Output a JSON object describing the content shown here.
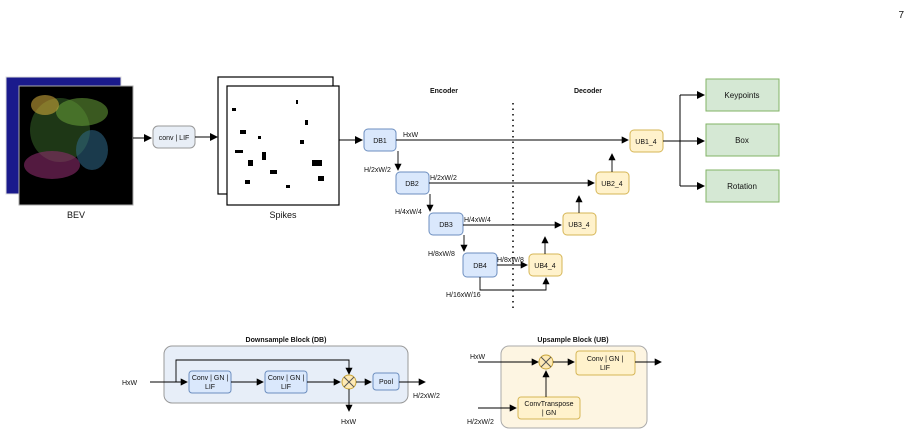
{
  "page_number": "7",
  "inputs": {
    "bev_label": "BEV",
    "conv_lif_label": "conv | LIF",
    "spikes_label": "Spikes"
  },
  "encoder": {
    "title": "Encoder",
    "blocks": [
      "DB1",
      "DB2",
      "DB3",
      "DB4"
    ],
    "skip_labels": [
      "HxW",
      "H/2xW/2",
      "H/4xW/4",
      "H/8xW/8"
    ],
    "down_labels": [
      "H/2xW/2",
      "H/4xW/4",
      "H/8xW/8",
      "H/16xW/16"
    ]
  },
  "decoder": {
    "title": "Decoder",
    "blocks": [
      "UB1_4",
      "UB2_4",
      "UB3_4",
      "UB4_4"
    ]
  },
  "heads": [
    "Keypoints",
    "Box",
    "Rotation"
  ],
  "downsample_block": {
    "title": "Downsample Block (DB)",
    "input_label": "HxW",
    "conv1": [
      "Conv | GN |",
      "LIF"
    ],
    "conv2": [
      "Conv | GN |",
      "LIF"
    ],
    "pool": "Pool",
    "output_label": "H/2xW/2",
    "skip_label": "HxW"
  },
  "upsample_block": {
    "title": "Upsample Block (UB)",
    "input_label": "HxW",
    "conv": [
      "Conv | GN |",
      "LIF"
    ],
    "convtranspose": [
      "ConvTranspose",
      "| GN"
    ],
    "lower_input_label": "H/2xW/2"
  },
  "colors": {
    "db_fill": "#dae8fc",
    "db_stroke": "#6c8ebf",
    "ub_fill": "#fff2cc",
    "ub_stroke": "#d6b656",
    "head_fill": "#d5e8d4",
    "head_stroke": "#82b366",
    "db_panel": "#e7eef8",
    "ub_panel": "#fdf5e2"
  }
}
